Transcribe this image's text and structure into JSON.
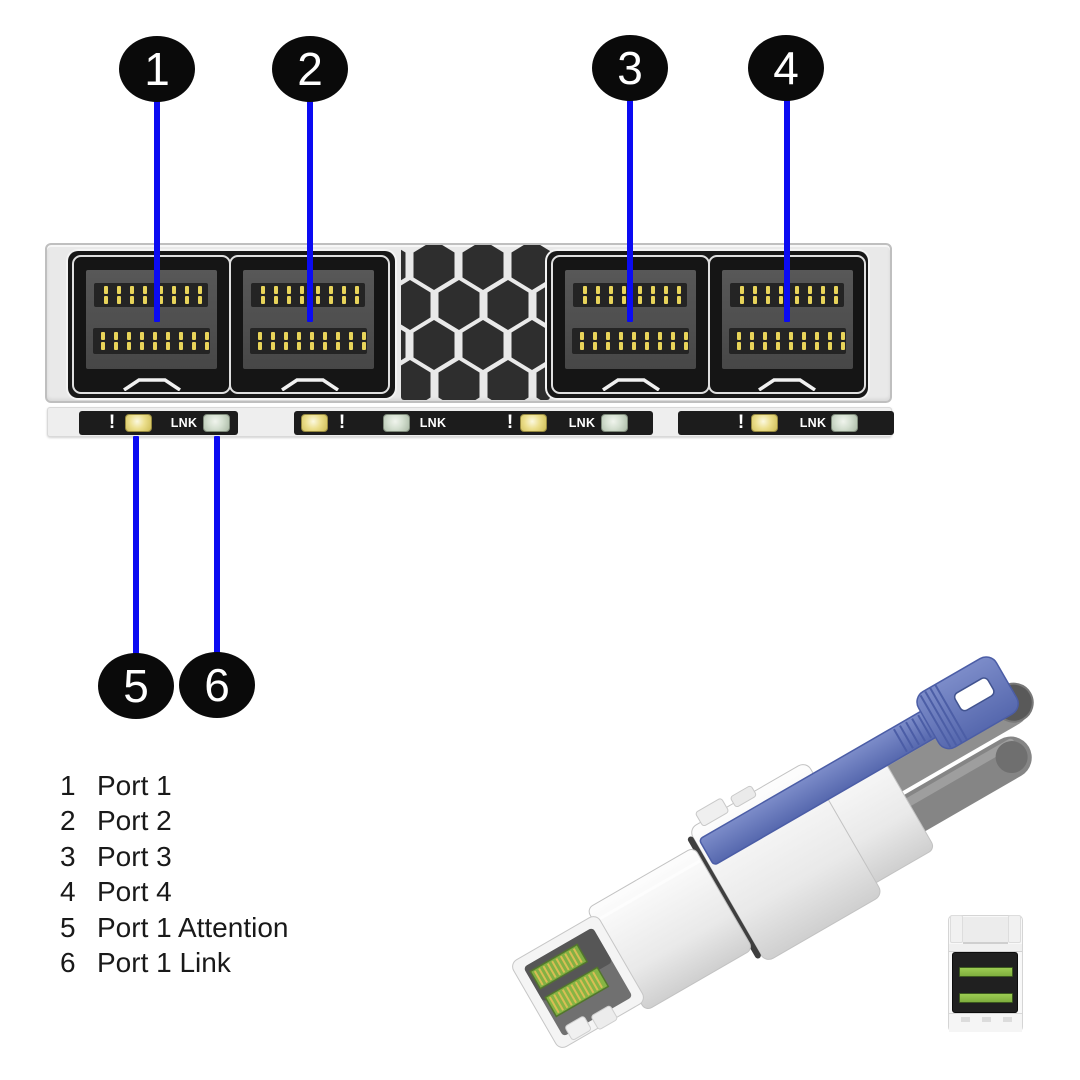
{
  "figure": {
    "type": "hardware-callout-diagram"
  },
  "callouts": {
    "top": [
      {
        "number": "1"
      },
      {
        "number": "2"
      },
      {
        "number": "3"
      },
      {
        "number": "4"
      }
    ],
    "bottom": [
      {
        "number": "5"
      },
      {
        "number": "6"
      }
    ]
  },
  "led_labels": {
    "attention": "!",
    "link": "LNK"
  },
  "legend": {
    "items": [
      {
        "number": "1",
        "label": "Port 1"
      },
      {
        "number": "2",
        "label": "Port 2"
      },
      {
        "number": "3",
        "label": "Port 3"
      },
      {
        "number": "4",
        "label": "Port 4"
      },
      {
        "number": "5",
        "label": "Port 1 Attention"
      },
      {
        "number": "6",
        "label": "Port 1 Link"
      }
    ]
  },
  "icons": {
    "cable_illustration": "mini-sas-hd-cable-connector",
    "port_face_illustration": "mini-sas-hd-port-face"
  },
  "colors": {
    "callout_fill": "#0a0a0a",
    "callout_text": "#ffffff",
    "leader_line": "#0b0bf2",
    "led_attention_yellow": "#ecdf8d",
    "led_link_green": "#d4dfd0",
    "pin_yellow": "#e8d45a",
    "connector_blue": "#6173b9",
    "pcb_green": "#82b143"
  }
}
